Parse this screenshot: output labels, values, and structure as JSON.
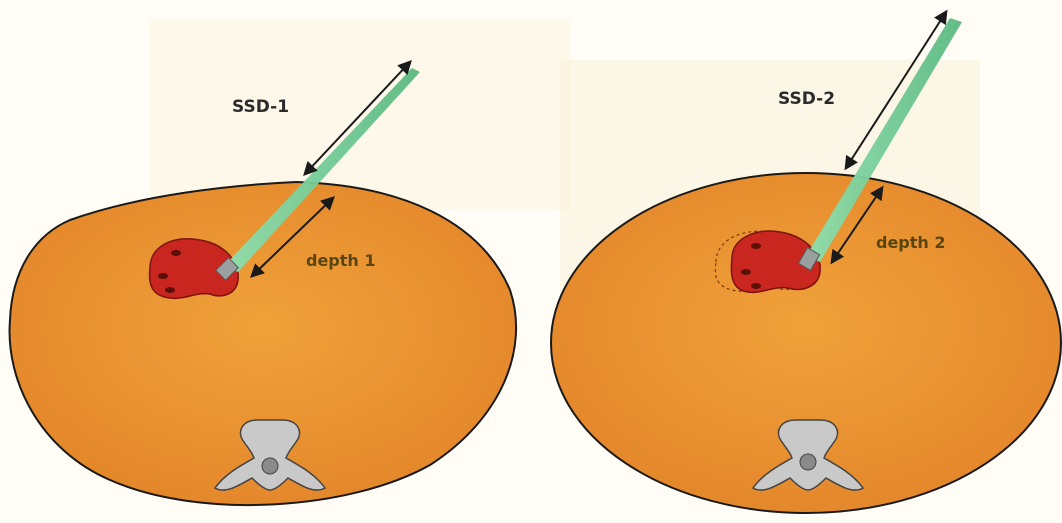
{
  "left_panel": {
    "ssd_label": "SSD-1",
    "depth_label": "depth 1"
  },
  "right_panel": {
    "ssd_label": "SSD-2",
    "depth_label": "depth 2"
  },
  "colors": {
    "body_fill": "#e8902a",
    "body_outline": "#1a1a1a",
    "organ_fill": "#c8261e",
    "beam_fill": "#7fcf9a",
    "vertebra_fill": "#c9c9c9",
    "arrow": "#1a1a1a"
  }
}
